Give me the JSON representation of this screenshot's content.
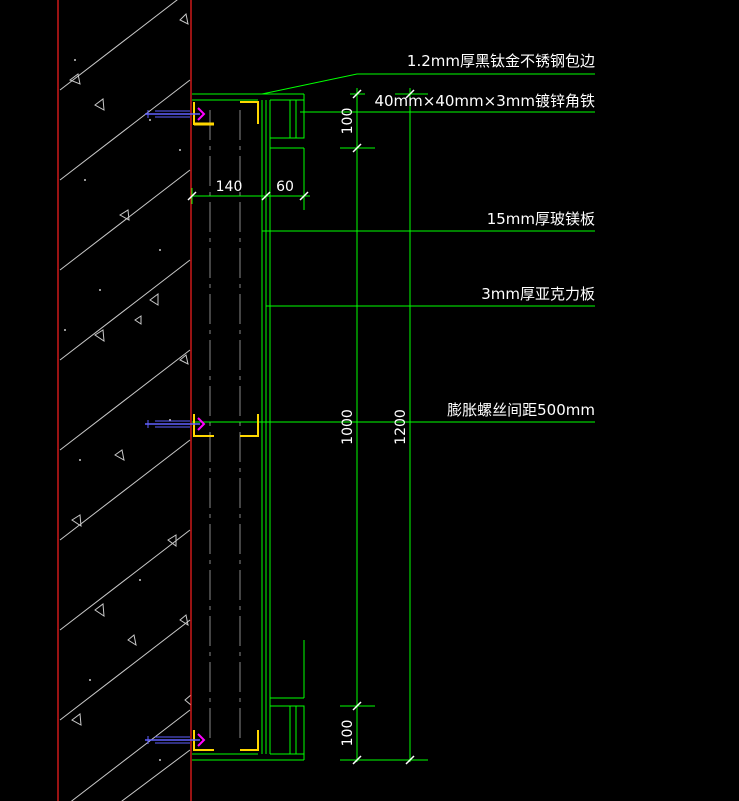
{
  "colors": {
    "background": "#000000",
    "wall_edge": "#ff2020",
    "leader": "#00ff00",
    "frame": "#00ff00",
    "hatch": "#c8c8c8",
    "angle_steel": "#ffd700",
    "bolt_head": "#ff00ff",
    "bolt_shaft": "#6060ff",
    "text": "#ffffff"
  },
  "labels": {
    "edge_trim": "1.2mm厚黑钛金不锈钢包边",
    "angle_iron": "40mm×40mm×3mm镀锌角铁",
    "mgo_board": "15mm厚玻镁板",
    "acrylic": "3mm厚亚克力板",
    "bolt_spacing": "膨胀螺丝间距500mm"
  },
  "dimensions": {
    "depth_a": "140",
    "depth_b": "60",
    "top_band": "100",
    "middle": "1000",
    "bottom_band": "100",
    "total": "1200"
  },
  "icons": {
    "bolt": "expansion-bolt-icon",
    "concrete": "concrete-hatch"
  }
}
